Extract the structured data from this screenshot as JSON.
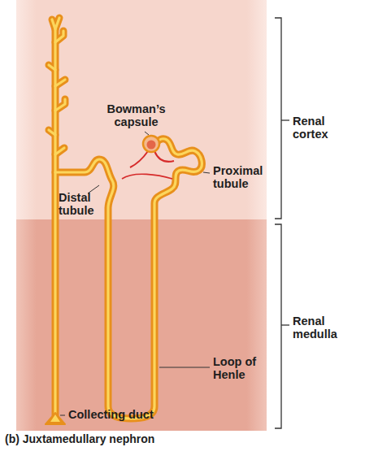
{
  "diagram": {
    "caption": "(b) Juxtamedullary nephron",
    "labels": [
      "Bowman’s capsule",
      "Proximal tubule",
      "Distal tubule",
      "Renal cortex",
      "Renal medulla",
      "Loop of Henle",
      "Collecting duct"
    ]
  }
}
